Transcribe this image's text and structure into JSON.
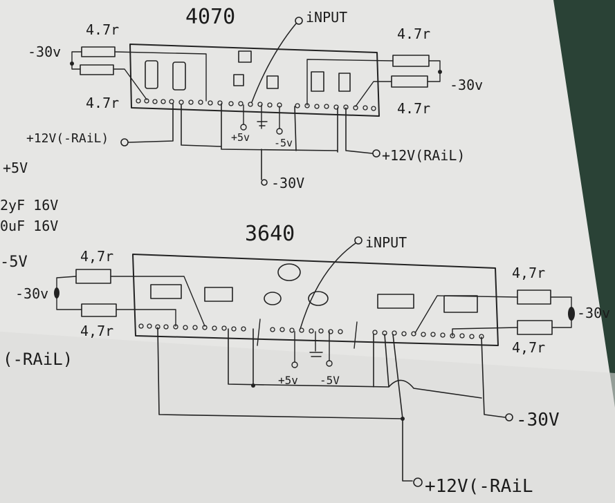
{
  "colors": {
    "paper": "#e6e6e4",
    "ink": "#1f1f1f",
    "background": "#2a4236"
  },
  "top_module": {
    "label": "4070",
    "input": "iNPUT",
    "res_left_top": "4.7r",
    "res_left_bottom": "4.7r",
    "res_right_top": "4.7r",
    "res_right_bottom": "4.7r",
    "neg30_left": "-30v",
    "neg30_right": "-30v",
    "plus5": "+5v",
    "minus5": "-5v",
    "rail_left": "+12V(-RAiL)",
    "rail_right": "+12V(RAiL)",
    "bottom_30": "-30V"
  },
  "bottom_module": {
    "label": "3640",
    "input": "iNPUT",
    "res_left_top": "4,7r",
    "res_left_bottom": "4,7r",
    "res_right_top": "4,7r",
    "res_right_bottom": "4,7r",
    "neg30_left": "-30v",
    "neg30_right": "-30v",
    "plus5": "+5v",
    "minus5": "-5V",
    "right_30": "-30V",
    "bottom_rail": "+12V(-RAiL"
  },
  "left_edge_notes": {
    "n1": "+5V",
    "n2": "2yF 16V",
    "n3": "0uF 16V",
    "n4": "-5V",
    "n5": "(-RAiL)"
  }
}
